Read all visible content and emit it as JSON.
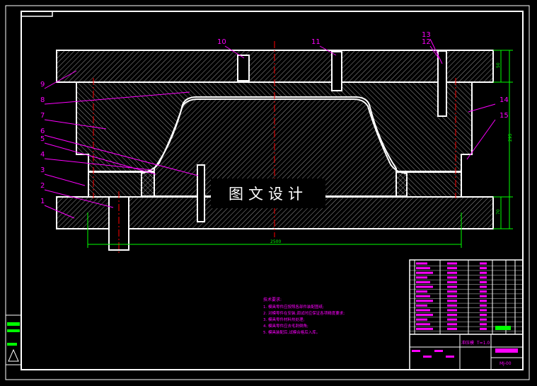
{
  "drawing": {
    "part_labels": [
      "1",
      "2",
      "3",
      "4",
      "5",
      "6",
      "7",
      "8",
      "9",
      "10",
      "11",
      "12",
      "13",
      "14",
      "15"
    ],
    "dims": {
      "top_plate": "50",
      "total_height": "295",
      "bottom_plate": "70",
      "width": "2500"
    },
    "watermark": "图文设计",
    "notes": {
      "title": "技术要求:",
      "lines": [
        "1. 模具零件应按照各部件装配图纸;",
        "2. 对模零件在安装,调试时应保证各项精度要求;",
        "3. 模具零件材料热处理;",
        "4. 模具零件应去毛刺倒角;",
        "5. 模具装配后,试模合格后入库。"
      ]
    },
    "title_block": {
      "thickness": "T=1.0",
      "drawing_no": "MJ-00"
    }
  },
  "colors": {
    "line": "#ffffff",
    "label": "#ff00ff",
    "leader": "#ff00ff",
    "center": "#ff0000",
    "dim": "#00ff00",
    "hatch": "#9a9a9a",
    "block": "#ff00ff",
    "block_green": "#00ff00",
    "background": "#000000"
  }
}
